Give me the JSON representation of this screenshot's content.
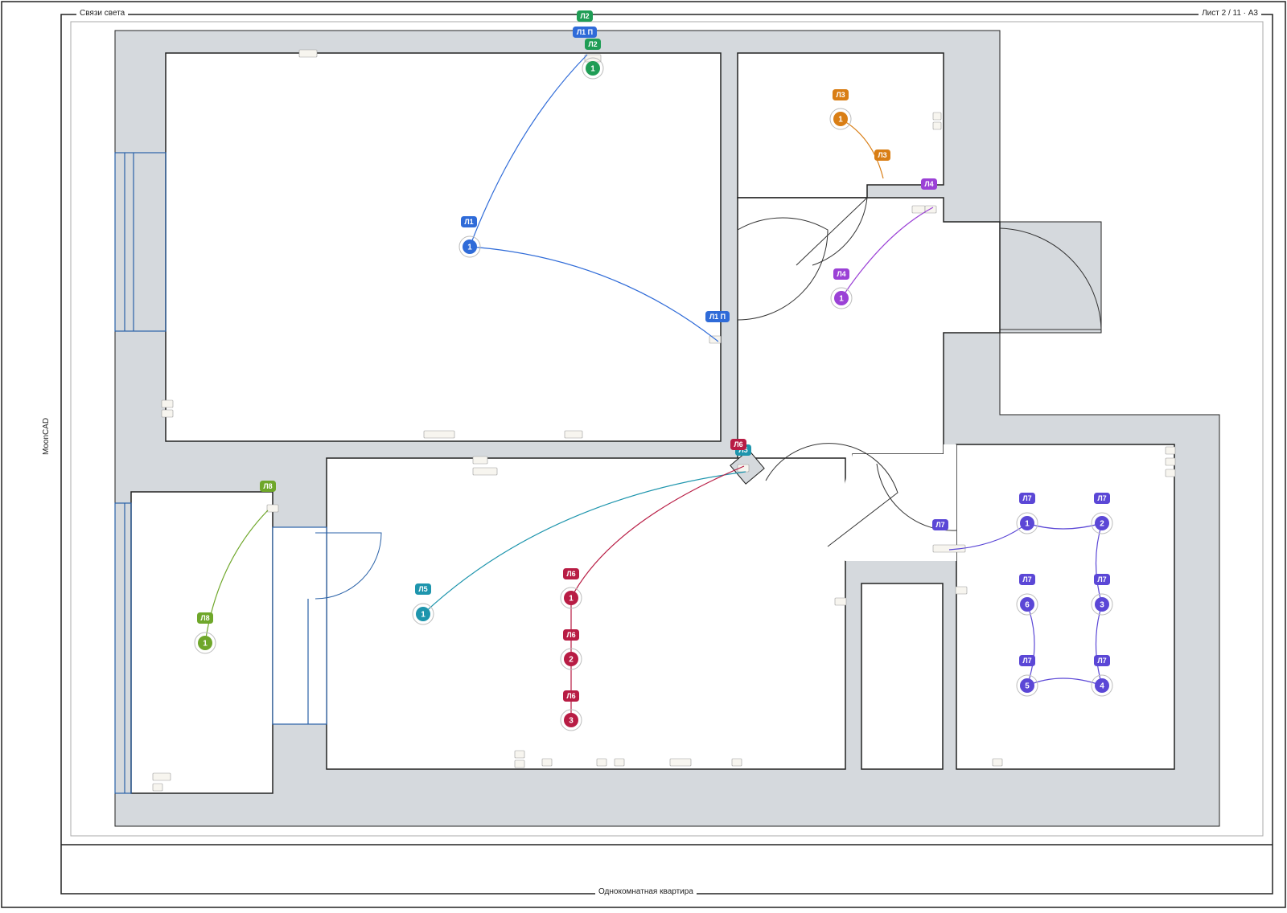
{
  "sheet": {
    "title": "Связи света",
    "sheet_info": "Лист 2 / 11 · А3",
    "side_label": "MoonCAD",
    "project_name": "Однокомнатная квартира"
  },
  "colors": {
    "wall": "#d5d9dd",
    "outline": "#222222",
    "window": "#2a62a8",
    "L1": "#2f6bd8",
    "L2": "#1f9d55",
    "L3": "#d97e15",
    "L4": "#9b41d6",
    "L5": "#1e95ad",
    "L6": "#b81c44",
    "L7": "#5b47d6",
    "L8": "#6fa72a"
  },
  "groups": [
    {
      "id": "L1",
      "badge": "Л1",
      "switch_badge": "Л1 П",
      "lights": [
        "1"
      ]
    },
    {
      "id": "L2",
      "badge": "Л2",
      "lights": [
        "1"
      ]
    },
    {
      "id": "L3",
      "badge": "Л3",
      "lights": [
        "1"
      ]
    },
    {
      "id": "L4",
      "badge": "Л4",
      "lights": [
        "1"
      ]
    },
    {
      "id": "L5",
      "badge": "Л5",
      "lights": [
        "1"
      ]
    },
    {
      "id": "L6",
      "badge": "Л6",
      "lights": [
        "1",
        "2",
        "3"
      ]
    },
    {
      "id": "L7",
      "badge": "Л7",
      "lights": [
        "1",
        "2",
        "3",
        "4",
        "5",
        "6"
      ]
    },
    {
      "id": "L8",
      "badge": "Л8",
      "lights": [
        "1"
      ]
    }
  ]
}
